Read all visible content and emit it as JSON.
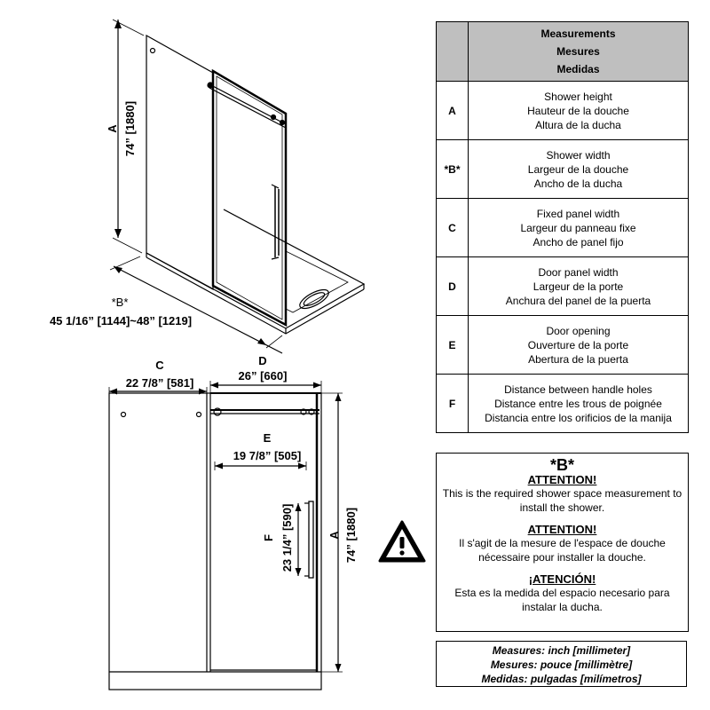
{
  "table": {
    "header": [
      "Measurements",
      "Mesures",
      "Medidas"
    ],
    "rows": [
      {
        "letter": "A",
        "lines": [
          "Shower height",
          "Hauteur de la douche",
          "Altura de la ducha"
        ]
      },
      {
        "letter": "*B*",
        "lines": [
          "Shower width",
          "Largeur de la douche",
          "Ancho de la ducha"
        ]
      },
      {
        "letter": "C",
        "lines": [
          "Fixed panel width",
          "Largeur du panneau fixe",
          "Ancho de panel fijo"
        ]
      },
      {
        "letter": "D",
        "lines": [
          "Door panel width",
          "Largeur de la porte",
          "Anchura del panel de la puerta"
        ]
      },
      {
        "letter": "E",
        "lines": [
          "Door opening",
          "Ouverture de la porte",
          "Abertura de la puerta"
        ]
      },
      {
        "letter": "F",
        "lines": [
          "Distance between handle holes",
          "Distance entre les trous de poignée",
          "Distancia entre los orificios de la manija"
        ]
      }
    ]
  },
  "attention": {
    "b_label": "*B*",
    "en_title": "ATTENTION!",
    "en_text": "This is the required shower space measurement to install the shower.",
    "fr_title": "ATTENTION!",
    "fr_text": "Il s'agit de la mesure de l'espace de douche nécessaire pour installer la douche.",
    "es_title": "¡ATENCIÓN!",
    "es_text": "Esta es la medida del espacio necesario para instalar la ducha."
  },
  "units": [
    "Measures: inch [millimeter]",
    "Mesures: pouce [millimètre]",
    "Medidas: pulgadas [milímetros]"
  ],
  "iso": {
    "a_letter": "A",
    "a_value": "74” [1880]",
    "b_letter": "*B*",
    "b_value": "45 1/16” [1144]~48” [1219]"
  },
  "front": {
    "c_letter": "C",
    "c_value": "22 7/8” [581]",
    "d_letter": "D",
    "d_value": "26” [660]",
    "e_letter": "E",
    "e_value": "19 7/8” [505]",
    "f_letter": "F",
    "f_value": "23 1/4” [590]",
    "a_letter": "A",
    "a_value": "74” [1880]"
  },
  "icons": {
    "warning": "warning-triangle-icon"
  }
}
